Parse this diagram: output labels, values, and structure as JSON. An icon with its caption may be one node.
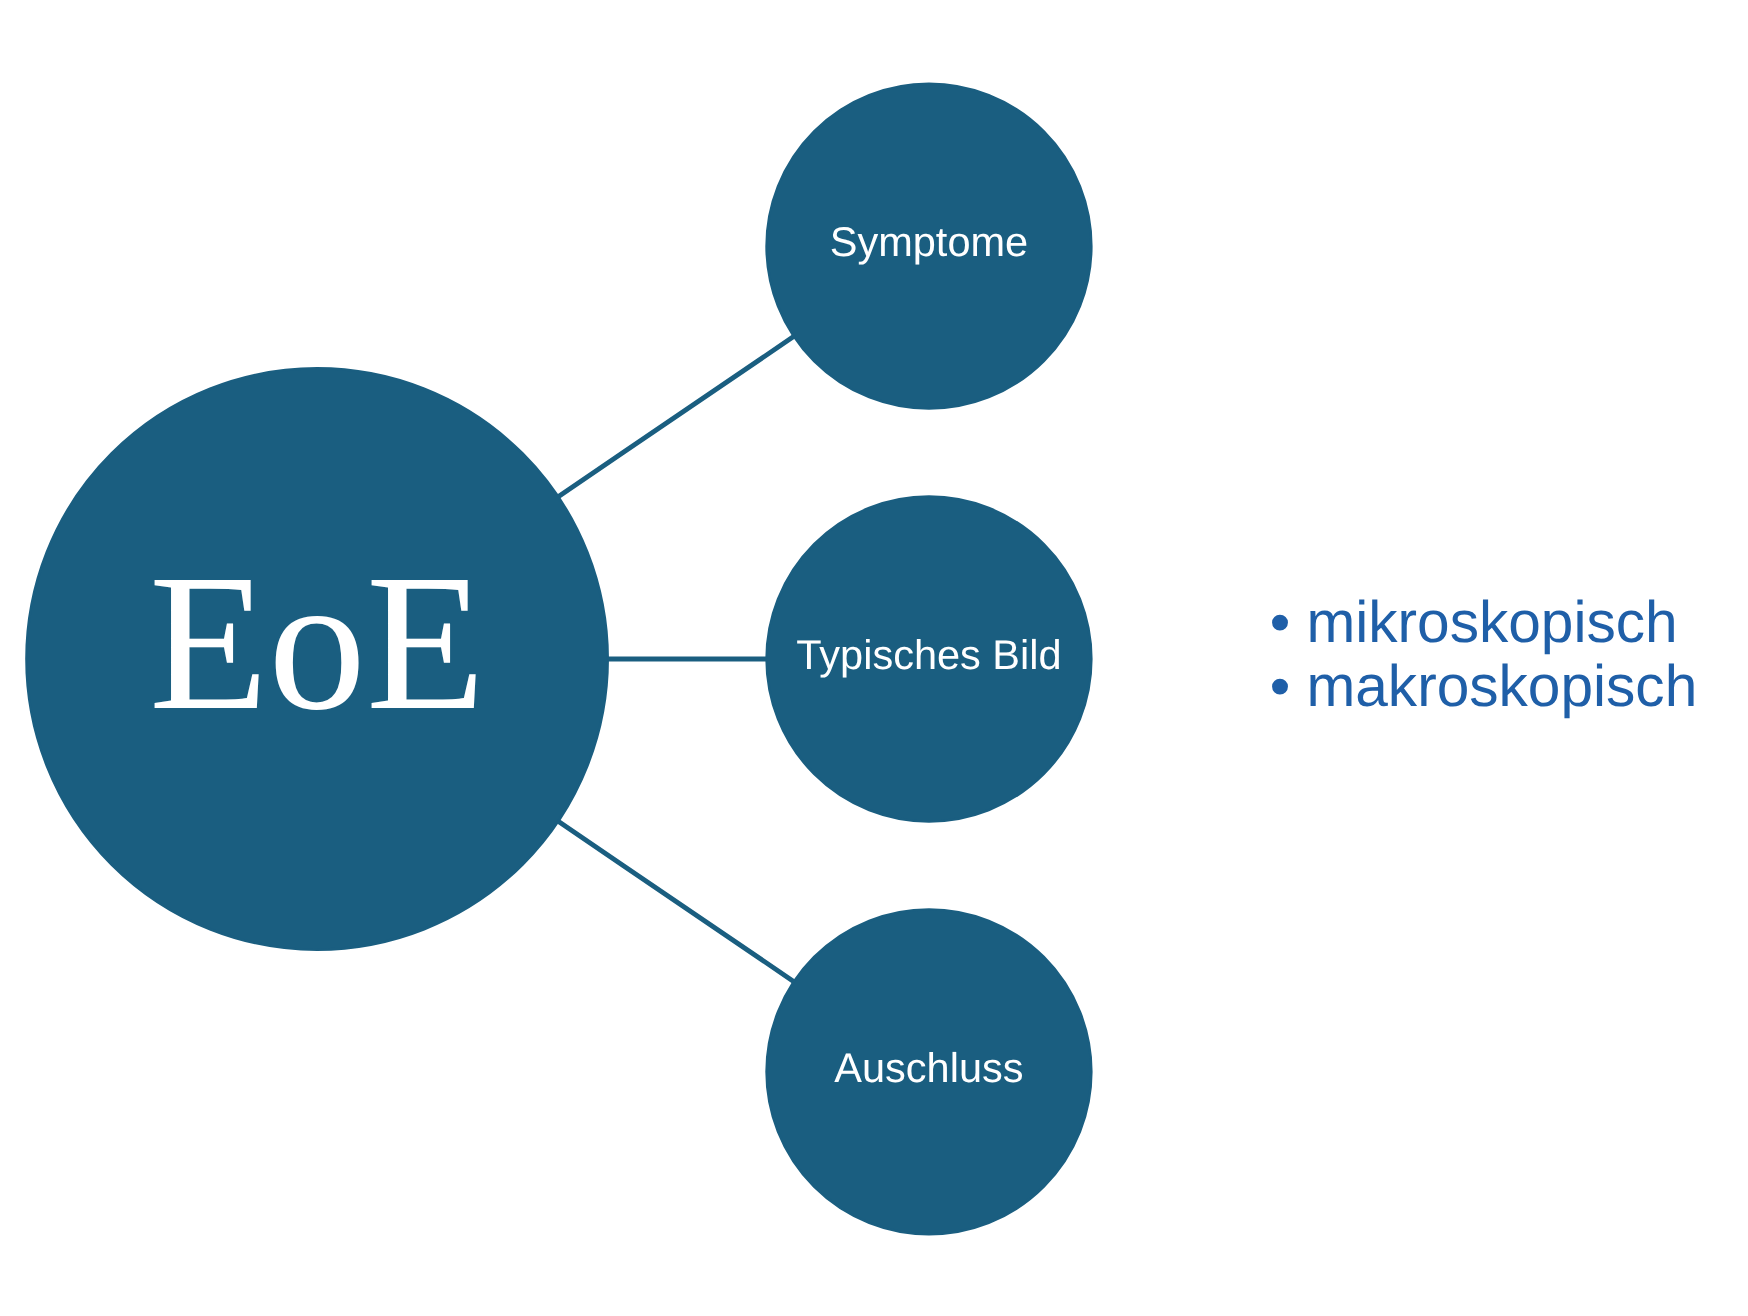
{
  "diagram": {
    "nodes": [
      {
        "text": [
          "EoE"
        ]
      },
      {
        "text": [
          "Symptome"
        ]
      },
      {
        "text": [
          "Typisches Bild"
        ],
        "beside": [
          "• mikroskopisch",
          "• makroskopisch"
        ]
      },
      {
        "text": [
          "Auschluss"
        ]
      }
    ],
    "edges": [
      {
        "from": 0,
        "to": 1,
        "arrow": "none"
      },
      {
        "from": 0,
        "to": 2,
        "arrow": "none"
      },
      {
        "from": 0,
        "to": 3,
        "arrow": "none"
      }
    ]
  }
}
